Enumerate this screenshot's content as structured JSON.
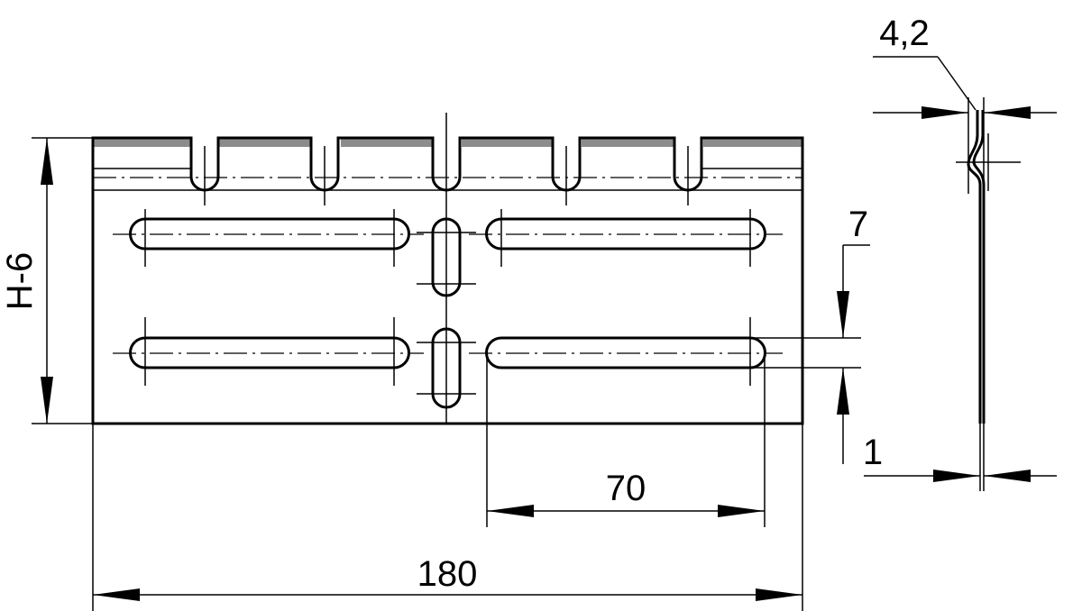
{
  "drawing": {
    "dimensions": {
      "overall_width": "180",
      "slot_spacing": "70",
      "slot_width": "7",
      "height": "H-6",
      "bend_offset": "4,2",
      "thickness": "1"
    },
    "colors": {
      "line": "#000000",
      "background": "#ffffff",
      "top_strip": "#8c8c8c"
    }
  }
}
